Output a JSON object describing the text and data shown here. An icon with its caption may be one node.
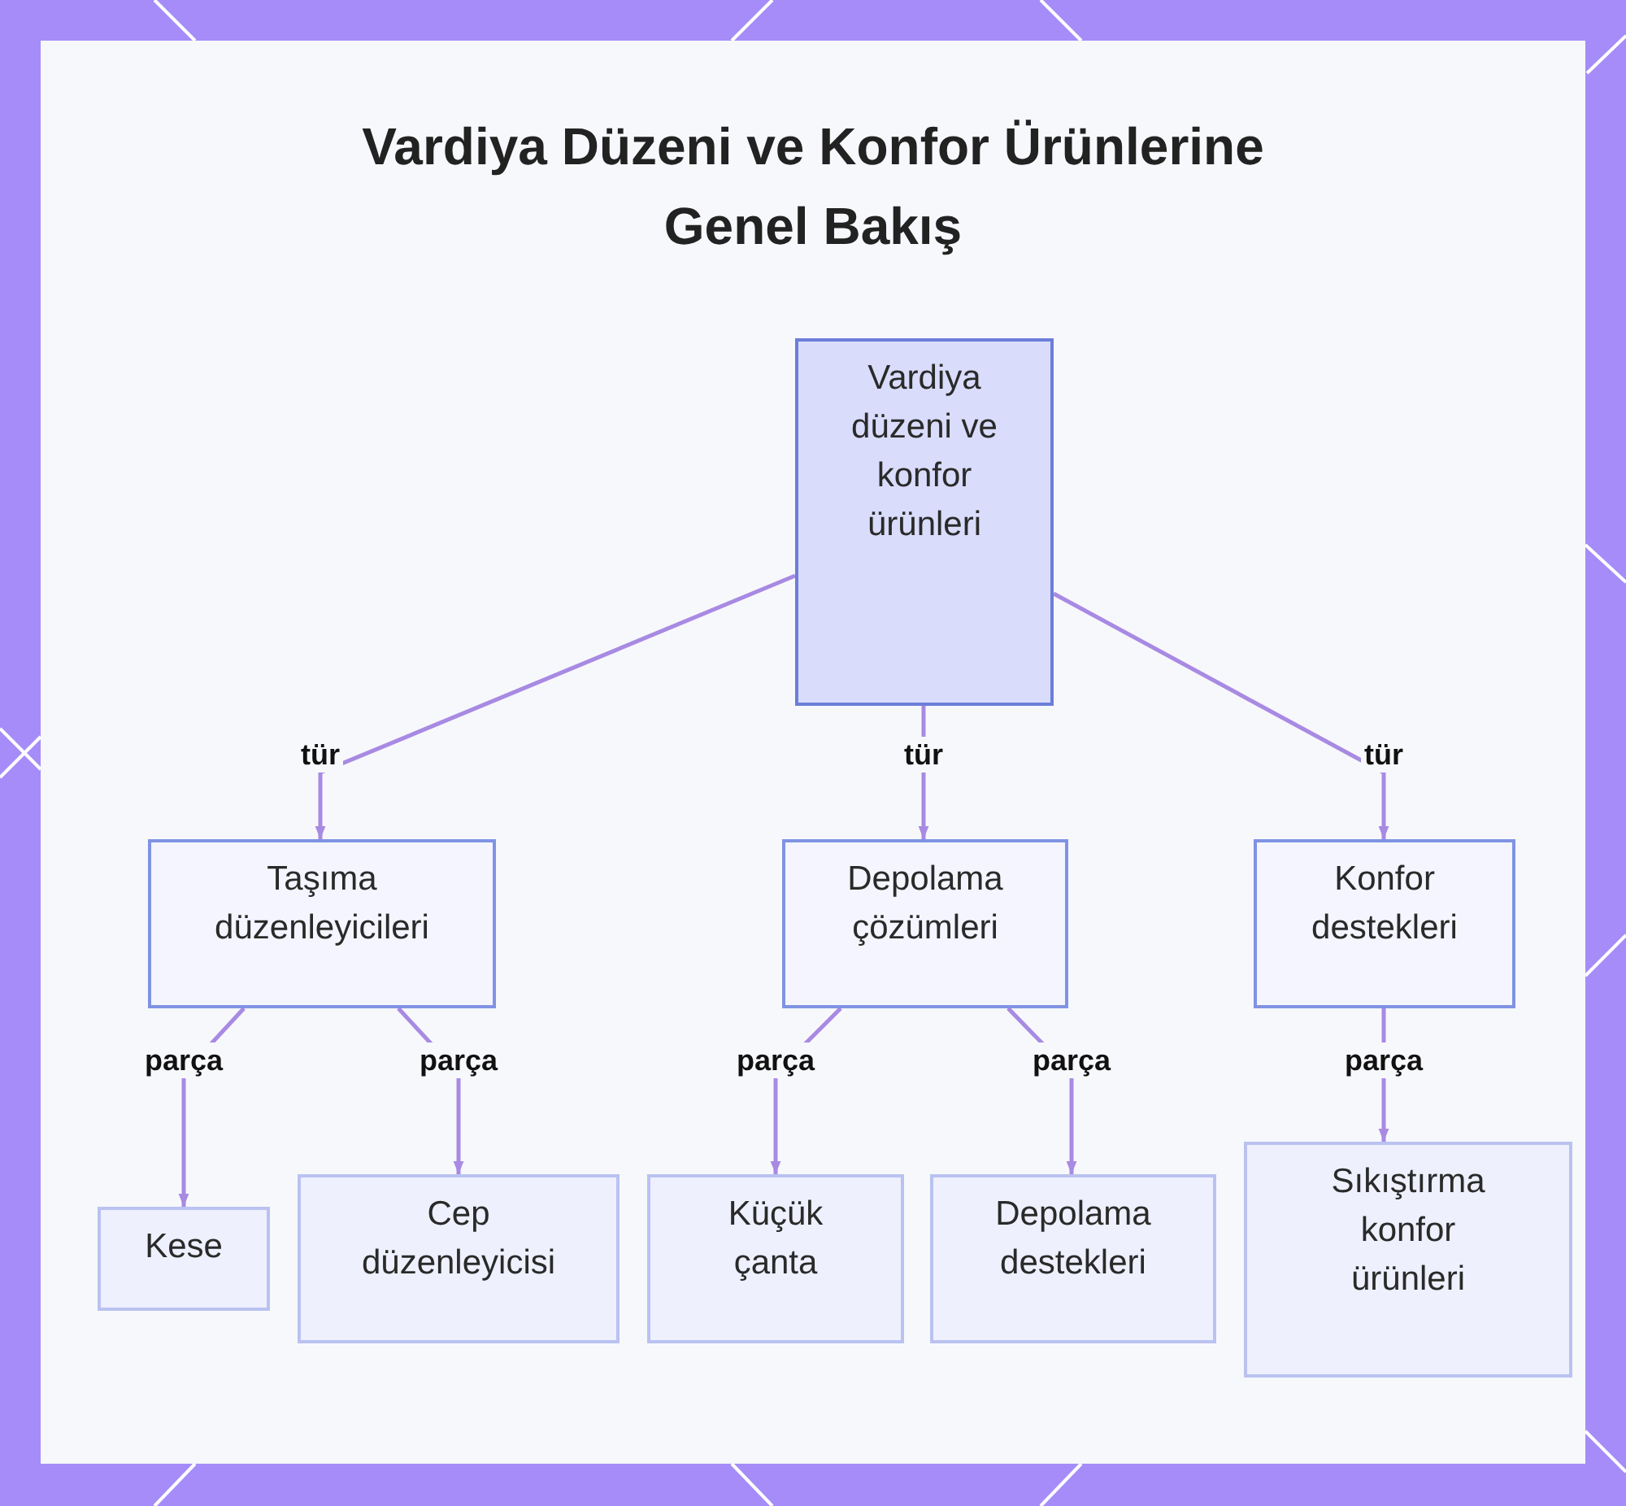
{
  "diagram": {
    "title": "Vardiya Düzeni ve Konfor Ürünlerine Genel Bakış",
    "nodes": [
      {
        "text": [
          "Vardiya düzeni ve konfor ürünleri"
        ]
      },
      {
        "text": [
          "Taşıma düzenleyicileri"
        ]
      },
      {
        "text": [
          "Depolama çözümleri"
        ]
      },
      {
        "text": [
          "Konfor destekleri"
        ]
      },
      {
        "text": [
          "Kese"
        ]
      },
      {
        "text": [
          "Cep düzenleyicisi"
        ]
      },
      {
        "text": [
          "Küçük çanta"
        ]
      },
      {
        "text": [
          "Depolama destekleri"
        ]
      },
      {
        "text": [
          "Sıkıştırma konfor ürünleri"
        ]
      }
    ],
    "edges": [
      {
        "from": 0,
        "to": 1,
        "arrow": "to",
        "label": "tür"
      },
      {
        "from": 0,
        "to": 2,
        "arrow": "to",
        "label": "tür"
      },
      {
        "from": 0,
        "to": 3,
        "arrow": "to",
        "label": "tür"
      },
      {
        "from": 1,
        "to": 4,
        "arrow": "to",
        "label": "parça"
      },
      {
        "from": 1,
        "to": 5,
        "arrow": "to",
        "label": "parça"
      },
      {
        "from": 2,
        "to": 6,
        "arrow": "to",
        "label": "parça"
      },
      {
        "from": 2,
        "to": 7,
        "arrow": "to",
        "label": "parça"
      },
      {
        "from": 3,
        "to": 8,
        "arrow": "to",
        "label": "parça"
      }
    ]
  }
}
